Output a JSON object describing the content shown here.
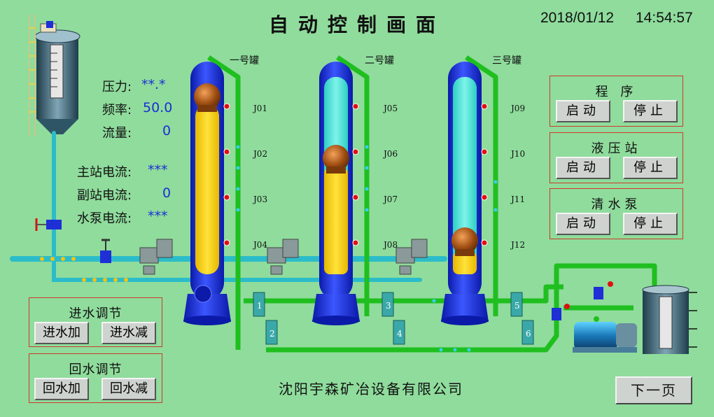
{
  "header": {
    "title": "自动控制画面",
    "date": "2018/01/12",
    "time": "14:54:57"
  },
  "readouts": [
    {
      "label": "压力:",
      "value": "**.*"
    },
    {
      "label": "频率:",
      "value": "50.0"
    },
    {
      "label": "流量:",
      "value": "0"
    }
  ],
  "currents": [
    {
      "label": "主站电流:",
      "value": "***"
    },
    {
      "label": "副站电流:",
      "value": "0"
    },
    {
      "label": "水泵电流:",
      "value": "***"
    }
  ],
  "tanks": [
    {
      "name": "一号罐",
      "levels": [
        "J01",
        "J02",
        "J03",
        "J04"
      ],
      "color": "#f7d20a"
    },
    {
      "name": "二号罐",
      "levels": [
        "J05",
        "J06",
        "J07",
        "J08"
      ],
      "color": "#47e3d6"
    },
    {
      "name": "三号罐",
      "levels": [
        "J09",
        "J10",
        "J11",
        "J12"
      ],
      "color": "#47e3d6"
    }
  ],
  "valve_numbers": [
    "1",
    "2",
    "3",
    "4",
    "5",
    "6"
  ],
  "control_panels": [
    {
      "title": "程  序",
      "start": "启动",
      "stop": "停止"
    },
    {
      "title": "液压站",
      "start": "启动",
      "stop": "停止"
    },
    {
      "title": "清水泵",
      "start": "启动",
      "stop": "停止"
    }
  ],
  "inlet_panel": {
    "title": "进水调节",
    "inc": "进水加",
    "dec": "进水减"
  },
  "return_panel": {
    "title": "回水调节",
    "inc": "回水加",
    "dec": "回水减"
  },
  "company": "沈阳宇森矿冶设备有限公司",
  "next_button": "下一页",
  "colors": {
    "background": "#8fdc9c",
    "pipe_green": "#1fbf1f",
    "pipe_cyan": "#2bbcc9",
    "tank_blue": "#1e2fd6",
    "status_red": "#e01010"
  }
}
